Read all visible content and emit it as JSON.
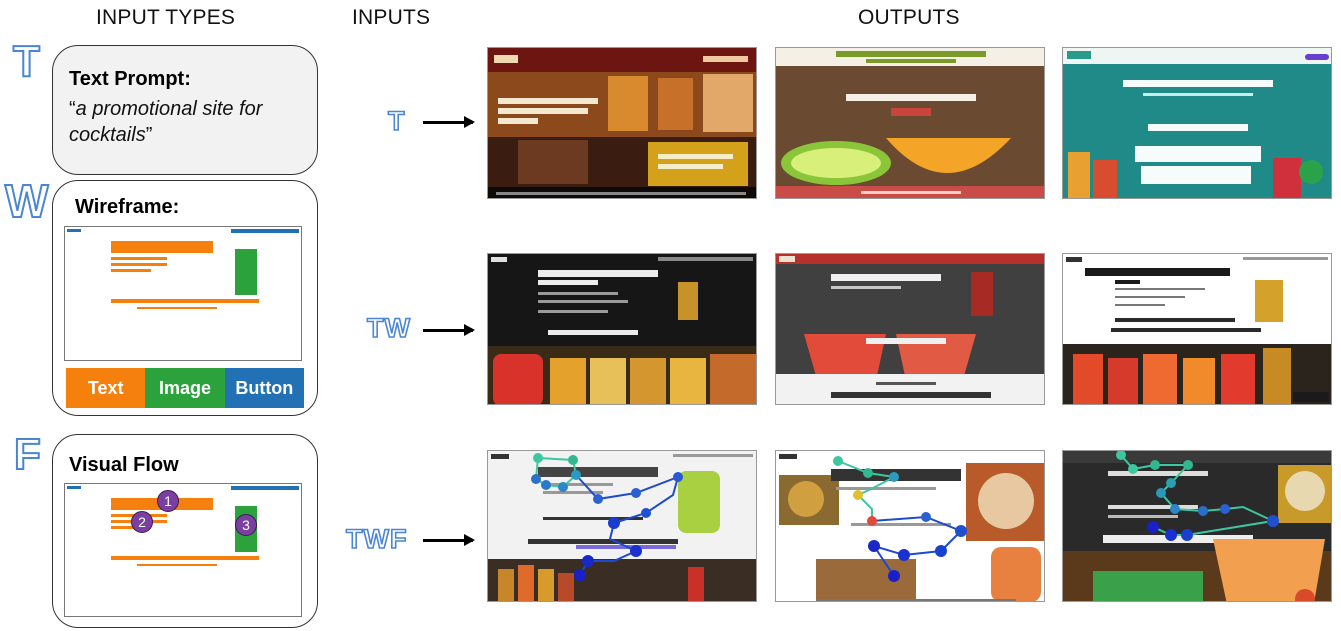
{
  "headers": {
    "input_types": "INPUT TYPES",
    "inputs": "INPUTS",
    "outputs": "OUTPUTS"
  },
  "input_types": [
    {
      "letter": "T",
      "title": "Text Prompt:",
      "prompt_open": "“",
      "prompt_body": "a promotional site for cocktails",
      "prompt_close": "”"
    },
    {
      "letter": "W",
      "title": "Wireframe:",
      "legend": [
        "Text",
        "Image",
        "Button"
      ]
    },
    {
      "letter": "F",
      "title": "Visual Flow",
      "flow_numbers": [
        "1",
        "2",
        "3"
      ]
    }
  ],
  "rows": [
    {
      "input": "T"
    },
    {
      "input": "TW"
    },
    {
      "input": "TWF"
    }
  ],
  "colors": {
    "text": "#f5800e",
    "image": "#2ca23c",
    "button": "#2271b5",
    "letter_outline": "#4a86d4",
    "flow_node": "#7b3fa0"
  }
}
